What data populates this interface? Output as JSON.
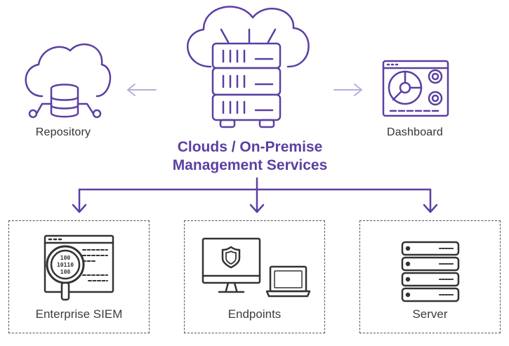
{
  "repository": {
    "label": "Repository"
  },
  "dashboard": {
    "label": "Dashboard"
  },
  "central": {
    "line1": "Clouds / On-Premise",
    "line2": "Management Services"
  },
  "targets": [
    {
      "label": "Enterprise SIEM",
      "magnifier_lines": [
        "100",
        "10110",
        "100"
      ]
    },
    {
      "label": "Endpoints"
    },
    {
      "label": "Server"
    }
  ],
  "colors": {
    "accent": "#5b3fa3",
    "arrow_light": "#b9aede",
    "icon_dark": "#333333",
    "border": "#555555"
  }
}
